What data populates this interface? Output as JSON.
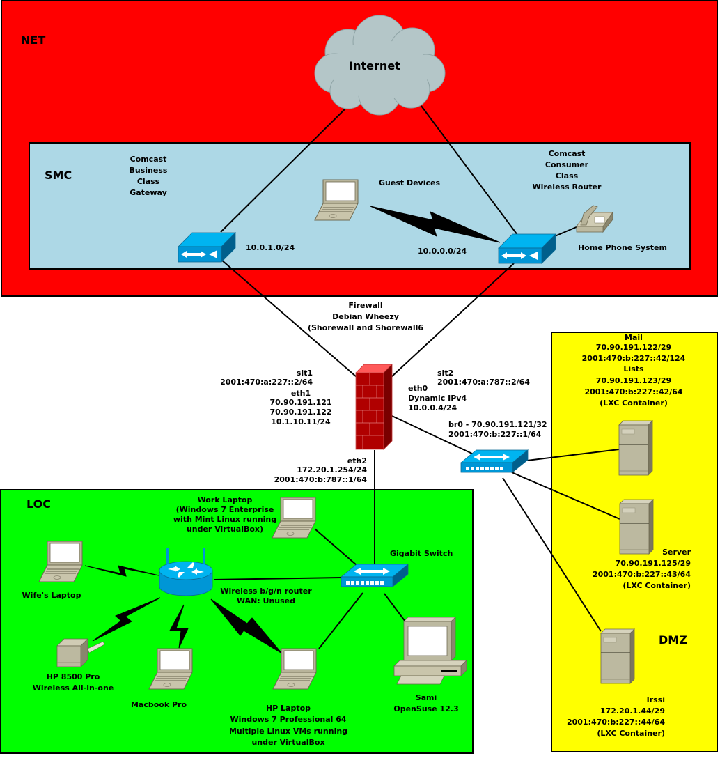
{
  "zones": {
    "net": {
      "title": "NET",
      "color": "#ff0000"
    },
    "smc": {
      "title": "SMC",
      "color": "#add8e6"
    },
    "loc": {
      "title": "LOC",
      "color": "#00ff00"
    },
    "dmz": {
      "title": "DMZ",
      "color": "#ffff00"
    }
  },
  "nodes": {
    "internet": {
      "label": [
        "Internet"
      ]
    },
    "business_gateway": {
      "label": [
        "Comcast",
        "Business",
        "Class",
        "Gateway"
      ],
      "subnet": "10.0.1.0/24"
    },
    "consumer_router": {
      "label": [
        "Comcast",
        "Consumer",
        "Class",
        "Wireless Router"
      ],
      "subnet": "10.0.0.0/24"
    },
    "guest_devices": {
      "label": [
        "Guest Devices"
      ]
    },
    "home_phone": {
      "label": [
        "Home Phone System"
      ]
    },
    "firewall": {
      "label": [
        "Firewall",
        "Debian Wheezy",
        "(Shorewall and Shorewall6"
      ],
      "left_ifaces": [
        "sit1",
        "2001:470:a:227::2/64"
      ],
      "eth1": [
        "eth1",
        "70.90.191.121",
        "70.90.191.122",
        "10.1.10.11/24"
      ],
      "sit2": [
        "sit2",
        "2001:470:a:787::2/64"
      ],
      "eth0": [
        "eth0",
        "Dynamic IPv4",
        "10.0.0.4/24"
      ],
      "eth2": [
        "eth2",
        "172.20.1.254/24",
        "2001:470:b:787::1/64"
      ]
    },
    "dmz_switch": {
      "label": [
        "br0 - 70.90.191.121/32",
        "2001:470:b:227::1/64"
      ]
    },
    "mail": {
      "label": [
        "Mail",
        "70.90.191.122/29",
        "2001:470:b:227::42/124",
        "Lists",
        "70.90.191.123/29",
        "2001:470:b:227::42/64",
        "(LXC Container)"
      ]
    },
    "server": {
      "label": [
        "Server",
        "70.90.191.125/29",
        "2001:470:b:227::43/64",
        "(LXC Container)"
      ]
    },
    "irssi": {
      "label": [
        "Irssi",
        "172.20.1.44/29",
        "2001:470:b:227::44/64",
        "(LXC Container)"
      ]
    },
    "gigabit_switch": {
      "label": [
        "Gigabit Switch"
      ]
    },
    "work_laptop": {
      "label": [
        "Work Laptop",
        "(Windows 7 Enterprise",
        "with Mint Linux running",
        "under VirtualBox)"
      ]
    },
    "wireless_router": {
      "label": [
        "Wireless b/g/n router",
        "WAN: Unused"
      ]
    },
    "wifes_laptop": {
      "label": [
        "Wife's Laptop"
      ]
    },
    "printer": {
      "label": [
        "HP 8500 Pro",
        "Wireless All-in-one"
      ]
    },
    "macbook": {
      "label": [
        "Macbook Pro"
      ]
    },
    "hp_laptop": {
      "label": [
        "HP Laptop",
        "Windows 7 Professional 64",
        "Multiple Linux VMs running",
        "under VirtualBox"
      ]
    },
    "sami": {
      "label": [
        "Sami",
        "OpenSuse 12.3"
      ]
    }
  }
}
